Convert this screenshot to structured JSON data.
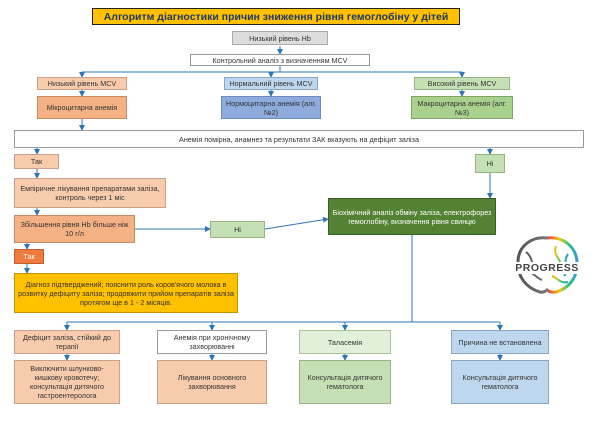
{
  "title": "Алгоритм діагностики причин зниження рівня гемоглобіну у дітей",
  "nodes": {
    "low_hb": "Низький рівень Hb",
    "control_mcv": "Контрольний аналіз з визначенням MCV",
    "low_mcv": "Низький рівень MCV",
    "normal_mcv": "Нормальний рівень MCV",
    "high_mcv": "Високий рівень MCV",
    "microcytic": "Мікроцитарна анемія",
    "normocytic": "Нормоцитарна анемія (алг.№2)",
    "macrocytic": "Макроцитарна анемія (алг.№3)",
    "question": "Анемія помірна, анамнез та результати ЗАК вказують на дефіцит заліза",
    "yes1": "Так",
    "no1": "Ні",
    "empiric": "Емпіричне лікування препаратами заліза, контроль через 1 міс",
    "hb_increase": "Збільшення рівня Hb більше ніж 10 г/л",
    "no2": "Ні",
    "yes2": "Так",
    "biochem": "Біохімічний аналіз обміну заліза, електрофорез гемоглобіну, визначення рівня свинцю",
    "confirmed": "Діагноз підтверджений; пояснити роль коров'ячого молока в розвитку дефіциту заліза; продовжити прийом препаратів заліза протягом ще в 1 - 2 місяців.",
    "iron_def": "Дефіцит заліза, стійкий до терапії",
    "chronic": "Анемія при хронічному захворюванні",
    "thalassemia": "Таласемія",
    "unknown": "Причина не встановлена",
    "gi_bleed": "Виключити шлунково-кишкову кровотечу; консультація дитячого гастроентеролога",
    "treat_disease": "Лікування основного захворювання",
    "consult1": "Консультація дитячого гематолога",
    "consult2": "Консультація дитячого гематолога"
  },
  "logo": {
    "text": "PROGRESS",
    "icon": "brain-icon"
  },
  "colors": {
    "title_bg": "#ffc000",
    "title_text": "#1f3864",
    "line": "#2e75b6"
  }
}
